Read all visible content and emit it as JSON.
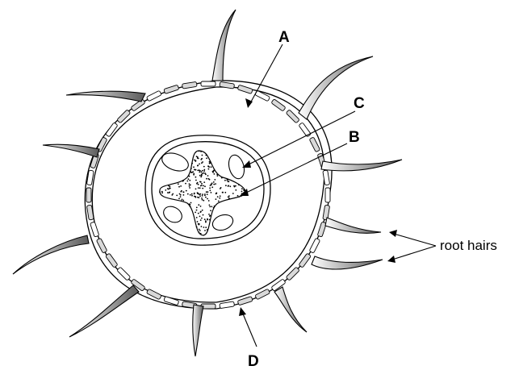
{
  "labels": {
    "A": "A",
    "B": "B",
    "C": "C",
    "D": "D",
    "root_hairs": "root hairs"
  },
  "colors": {
    "cell_fill": "#d9d9d9",
    "stroke": "#000000",
    "background": "#ffffff"
  }
}
